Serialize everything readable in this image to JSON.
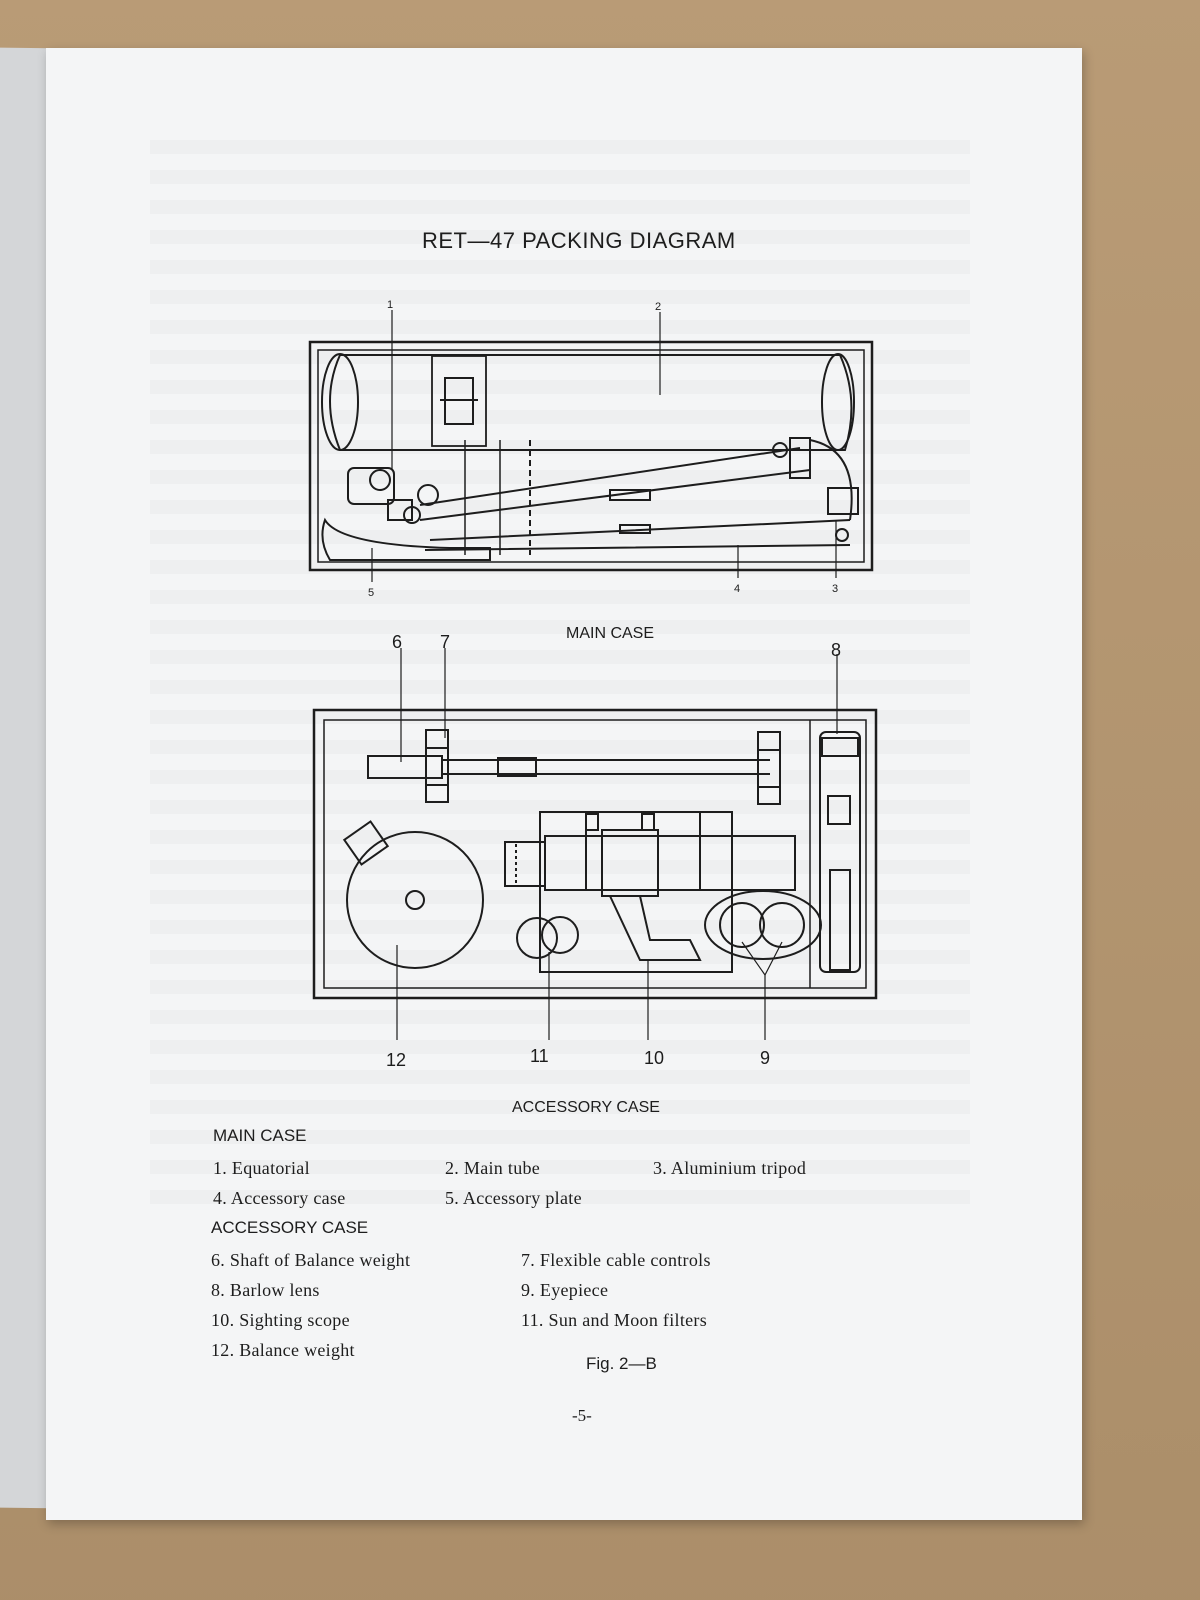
{
  "title": "RET—47 PACKING DIAGRAM",
  "main_case_diagram": {
    "caption": "MAIN CASE",
    "callouts": [
      "1",
      "2",
      "3",
      "4",
      "5"
    ]
  },
  "accessory_case_diagram": {
    "caption": "ACCESSORY CASE",
    "callouts": [
      "6",
      "7",
      "8",
      "9",
      "10",
      "11",
      "12"
    ]
  },
  "legend": {
    "main_case": {
      "heading": "MAIN CASE",
      "items": [
        "1. Equatorial",
        "2. Main tube",
        "3. Aluminium tripod",
        "4. Accessory case",
        "5. Accessory plate"
      ]
    },
    "accessory_case": {
      "heading": "ACCESSORY CASE",
      "items": [
        "6. Shaft of Balance weight",
        "7. Flexible cable controls",
        "8. Barlow lens",
        "9. Eyepiece",
        "10. Sighting scope",
        "11. Sun and Moon filters",
        "12. Balance weight"
      ]
    }
  },
  "figure_label": "Fig. 2—B",
  "page_number": "-5-"
}
